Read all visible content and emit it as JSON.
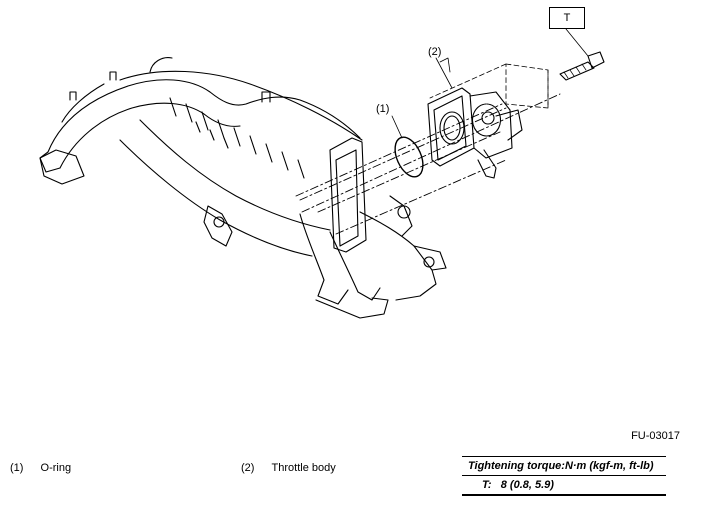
{
  "callouts": {
    "tool": "T",
    "c1": "(1)",
    "c2": "(2)"
  },
  "figure_id": "FU-03017",
  "legend": [
    {
      "num": "(1)",
      "text": "O-ring"
    },
    {
      "num": "(2)",
      "text": "Throttle body"
    }
  ],
  "torque": {
    "heading": "Tightening torque:N·m (kgf-m, ft-lb)",
    "value": "T:   8 (0.8, 5.9)"
  }
}
